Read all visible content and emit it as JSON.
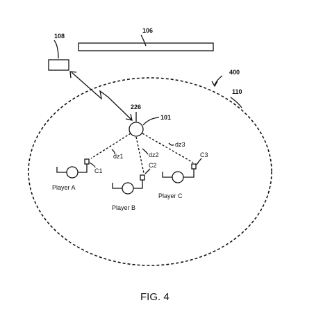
{
  "figure": {
    "caption": "FIG. 4",
    "refs": {
      "monitor": "106",
      "controller": "108",
      "field": "110",
      "field_region": "400",
      "device": "101",
      "device_number": "226"
    },
    "distances": {
      "dz1": "dz1",
      "dz2": "dz2",
      "dz3": "dz3"
    },
    "players": [
      {
        "name": "Player A",
        "controller": "C1"
      },
      {
        "name": "Player B",
        "controller": "C2"
      },
      {
        "name": "Player C",
        "controller": "C3"
      }
    ]
  }
}
